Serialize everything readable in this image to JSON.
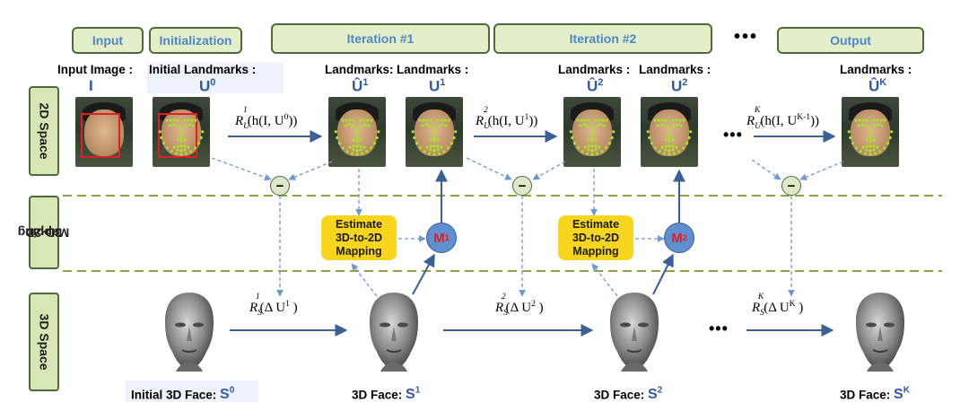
{
  "header": {
    "input": "Input",
    "initialization": "Initialization",
    "iteration1": "Iteration #1",
    "iteration2": "Iteration #2",
    "ellipsis": "•••",
    "output": "Output"
  },
  "rows": {
    "space2d": "2D Space",
    "mapping_line1": "3D-2D",
    "mapping_line2": "Mapping",
    "space3d": "3D Space"
  },
  "labels": {
    "input_image": "Input Image :",
    "initial_landmarks": "Initial Landmarks :",
    "landmarks": "Landmarks :",
    "landmarks_colon": "Landmarks:",
    "initial_face": "Initial 3D Face:",
    "face_3d": "3D Face:"
  },
  "symbols": {
    "I": "I",
    "U0_base": "U",
    "U0_sup": "0",
    "Uh1_base": "Û",
    "Uh1_sup": "1",
    "U1_base": "U",
    "U1_sup": "1",
    "Uh2_base": "Û",
    "Uh2_sup": "2",
    "U2_base": "U",
    "U2_sup": "2",
    "UhK_base": "Û",
    "UhK_sup": "K",
    "S0_base": "S",
    "S0_sup": "0",
    "S1_base": "S",
    "S1_sup": "1",
    "S2_base": "S",
    "S2_sup": "2",
    "SK_base": "S",
    "SK_sup": "K"
  },
  "formulas": {
    "ru1": "R",
    "ru1_sub": "U",
    "ru1_sup": "1",
    "ru1_arg": "(h(I, U",
    "ru1_arg_sup": "0",
    "ru1_close": "))",
    "ru2": "R",
    "ru2_sub": "U",
    "ru2_sup": "2",
    "ru2_arg": "(h(I, U",
    "ru2_arg_sup": "1",
    "ru2_close": "))",
    "ruk": "R",
    "ruk_sub": "U",
    "ruk_sup": "K",
    "ruk_arg": "(h(I, U",
    "ruk_arg_sup": "K-1",
    "ruk_close": "))",
    "rs1": "R",
    "rs1_sub": "S",
    "rs1_sup": "1",
    "rs1_arg": "(Δ U",
    "rs1_arg_sup": "1",
    "rs1_close": " )",
    "rs2": "R",
    "rs2_sub": "S",
    "rs2_sup": "2",
    "rs2_arg": "(Δ U",
    "rs2_arg_sup": "2",
    "rs2_close": " )",
    "rsk": "R",
    "rsk_sub": "S",
    "rsk_sup": "K",
    "rsk_arg": "(Δ U",
    "rsk_arg_sup": "K",
    "rsk_close": " )"
  },
  "estimate": {
    "line1": "Estimate",
    "line2": "3D-to-2D",
    "line3": "Mapping"
  },
  "mapping": {
    "m_base": "M",
    "m1_sup": "1",
    "m2_sup": "2"
  },
  "operators": {
    "minus": "−",
    "dots": "•••"
  },
  "colors": {
    "box_fill": "#e2efc8",
    "box_border": "#4e6a3c",
    "header_text": "#4f86c6",
    "symbol_blue": "#2f5aa8",
    "arrow_blue": "#3a5f9a",
    "dashed_green": "#8aa83e",
    "estimate_yellow": "#f7d51c",
    "mapping_circle": "#5f8fd0",
    "mapping_text": "#e01f1f",
    "landmark_green": "#a6e22e",
    "detect_red": "#e02020"
  }
}
